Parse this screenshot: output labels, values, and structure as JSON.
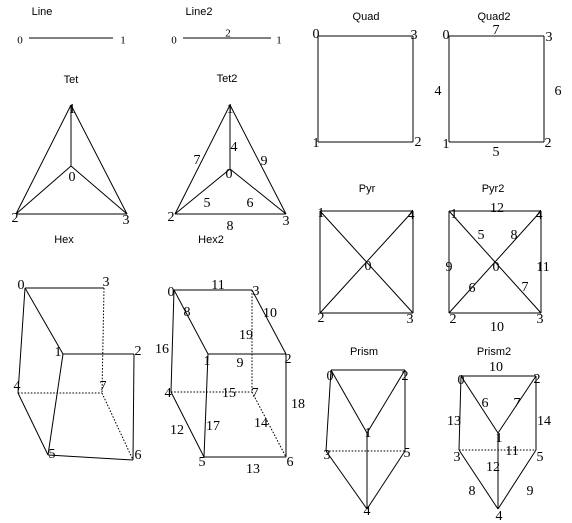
{
  "colors": {
    "line": "#000000",
    "background": "#ffffff"
  },
  "elements": [
    {
      "title": "Line",
      "labels": [
        "0",
        "1"
      ],
      "edges": [
        [
          0,
          1
        ]
      ]
    },
    {
      "title": "Line2",
      "labels": [
        "0",
        "1",
        "2"
      ],
      "edges": [
        [
          0,
          1
        ]
      ]
    },
    {
      "title": "Quad",
      "labels": [
        "0",
        "1",
        "2",
        "3"
      ],
      "edges": [
        [
          0,
          3
        ],
        [
          0,
          1
        ],
        [
          1,
          2
        ],
        [
          3,
          2
        ]
      ]
    },
    {
      "title": "Quad2",
      "labels": [
        "0",
        "1",
        "2",
        "3",
        "4",
        "5",
        "6",
        "7"
      ],
      "edges": [
        [
          0,
          3
        ],
        [
          0,
          1
        ],
        [
          1,
          2
        ],
        [
          3,
          2
        ]
      ]
    },
    {
      "title": "Tet",
      "labels": [
        "0",
        "1",
        "2",
        "3"
      ],
      "edges": [
        [
          1,
          2
        ],
        [
          1,
          3
        ],
        [
          2,
          3
        ],
        [
          1,
          0
        ],
        [
          0,
          2
        ],
        [
          0,
          3
        ]
      ]
    },
    {
      "title": "Tet2",
      "labels": [
        "0",
        "1",
        "2",
        "3",
        "4",
        "5",
        "6",
        "7",
        "8",
        "9"
      ],
      "edges": [
        [
          1,
          2
        ],
        [
          1,
          3
        ],
        [
          2,
          3
        ],
        [
          1,
          0
        ],
        [
          0,
          2
        ],
        [
          0,
          3
        ]
      ]
    },
    {
      "title": "Pyr",
      "labels": [
        "0",
        "1",
        "2",
        "3",
        "4"
      ],
      "edges": [
        [
          1,
          4
        ],
        [
          1,
          2
        ],
        [
          4,
          3
        ],
        [
          2,
          3
        ],
        [
          1,
          3
        ],
        [
          4,
          2
        ]
      ]
    },
    {
      "title": "Pyr2",
      "labels": [
        "0",
        "1",
        "2",
        "3",
        "4",
        "5",
        "6",
        "7",
        "8",
        "9",
        "10",
        "11",
        "12"
      ],
      "edges": [
        [
          1,
          4
        ],
        [
          1,
          2
        ],
        [
          4,
          3
        ],
        [
          2,
          3
        ],
        [
          1,
          3
        ],
        [
          4,
          2
        ]
      ]
    },
    {
      "title": "Hex",
      "labels": [
        "0",
        "1",
        "2",
        "3",
        "4",
        "5",
        "6",
        "7"
      ],
      "edges": [
        [
          0,
          3
        ],
        [
          0,
          1
        ],
        [
          1,
          2
        ],
        [
          0,
          4
        ],
        [
          1,
          5
        ],
        [
          4,
          5
        ],
        [
          5,
          6
        ],
        [
          2,
          6
        ]
      ],
      "hidden_edges": [
        [
          3,
          7
        ],
        [
          4,
          7
        ],
        [
          7,
          6
        ]
      ]
    },
    {
      "title": "Hex2",
      "labels": [
        "0",
        "1",
        "2",
        "3",
        "4",
        "5",
        "6",
        "7",
        "8",
        "9",
        "10",
        "11",
        "12",
        "13",
        "14",
        "15",
        "16",
        "17",
        "18",
        "19"
      ],
      "edges": [
        [
          0,
          3
        ],
        [
          0,
          1
        ],
        [
          1,
          2
        ],
        [
          3,
          2
        ],
        [
          0,
          4
        ],
        [
          1,
          5
        ],
        [
          4,
          5
        ],
        [
          5,
          6
        ],
        [
          2,
          6
        ]
      ],
      "hidden_edges": [
        [
          3,
          7
        ],
        [
          4,
          7
        ],
        [
          7,
          6
        ]
      ]
    },
    {
      "title": "Prism",
      "labels": [
        "0",
        "1",
        "2",
        "3",
        "4",
        "5"
      ],
      "edges": [
        [
          0,
          2
        ],
        [
          0,
          1
        ],
        [
          1,
          2
        ],
        [
          0,
          3
        ],
        [
          2,
          5
        ],
        [
          1,
          4
        ],
        [
          3,
          4
        ],
        [
          5,
          4
        ]
      ],
      "hidden_edges": [
        [
          3,
          5
        ]
      ]
    },
    {
      "title": "Prism2",
      "labels": [
        "0",
        "1",
        "2",
        "3",
        "4",
        "5",
        "6",
        "7",
        "8",
        "9",
        "10",
        "11",
        "12",
        "13",
        "14"
      ],
      "edges": [
        [
          0,
          2
        ],
        [
          0,
          1
        ],
        [
          1,
          2
        ],
        [
          0,
          3
        ],
        [
          2,
          5
        ],
        [
          1,
          4
        ],
        [
          3,
          4
        ],
        [
          5,
          4
        ]
      ],
      "hidden_edges": [
        [
          3,
          5
        ]
      ]
    }
  ]
}
